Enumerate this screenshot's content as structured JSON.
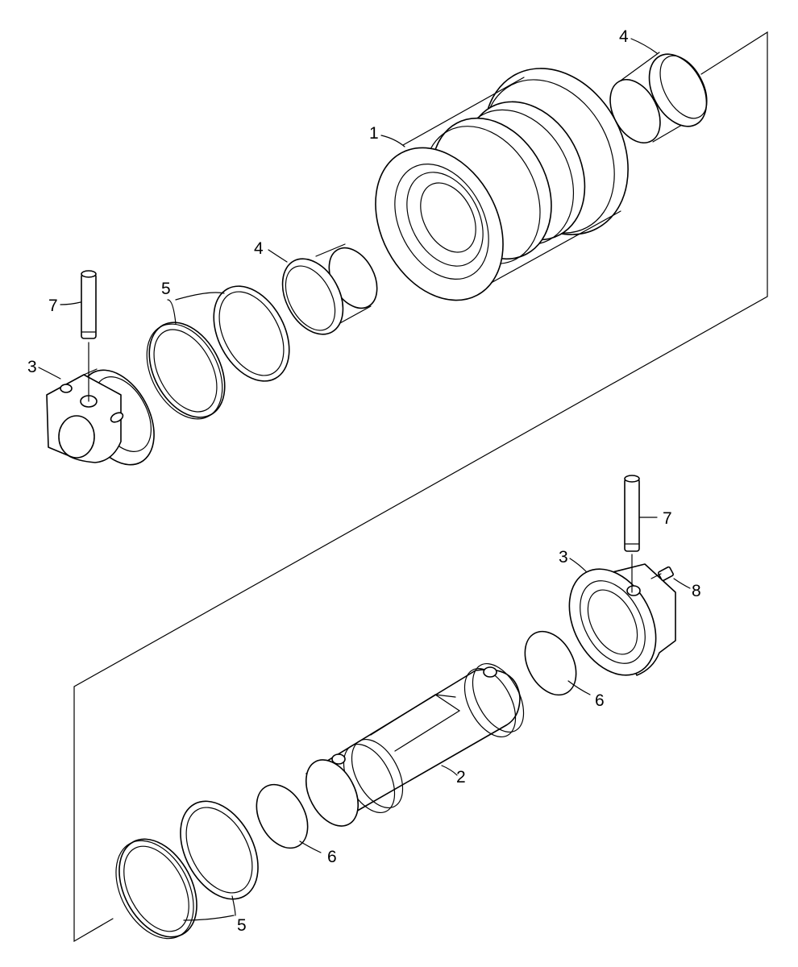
{
  "callouts": [
    {
      "id": "c1",
      "text": "1"
    },
    {
      "id": "c2",
      "text": "2"
    },
    {
      "id": "c3a",
      "text": "3"
    },
    {
      "id": "c3b",
      "text": "3"
    },
    {
      "id": "c4a",
      "text": "4"
    },
    {
      "id": "c4b",
      "text": "4"
    },
    {
      "id": "c5a",
      "text": "5"
    },
    {
      "id": "c5b",
      "text": "5"
    },
    {
      "id": "c6a",
      "text": "6"
    },
    {
      "id": "c6b",
      "text": "6"
    },
    {
      "id": "c7a",
      "text": "7"
    },
    {
      "id": "c7b",
      "text": "7"
    },
    {
      "id": "c8",
      "text": "8"
    }
  ]
}
